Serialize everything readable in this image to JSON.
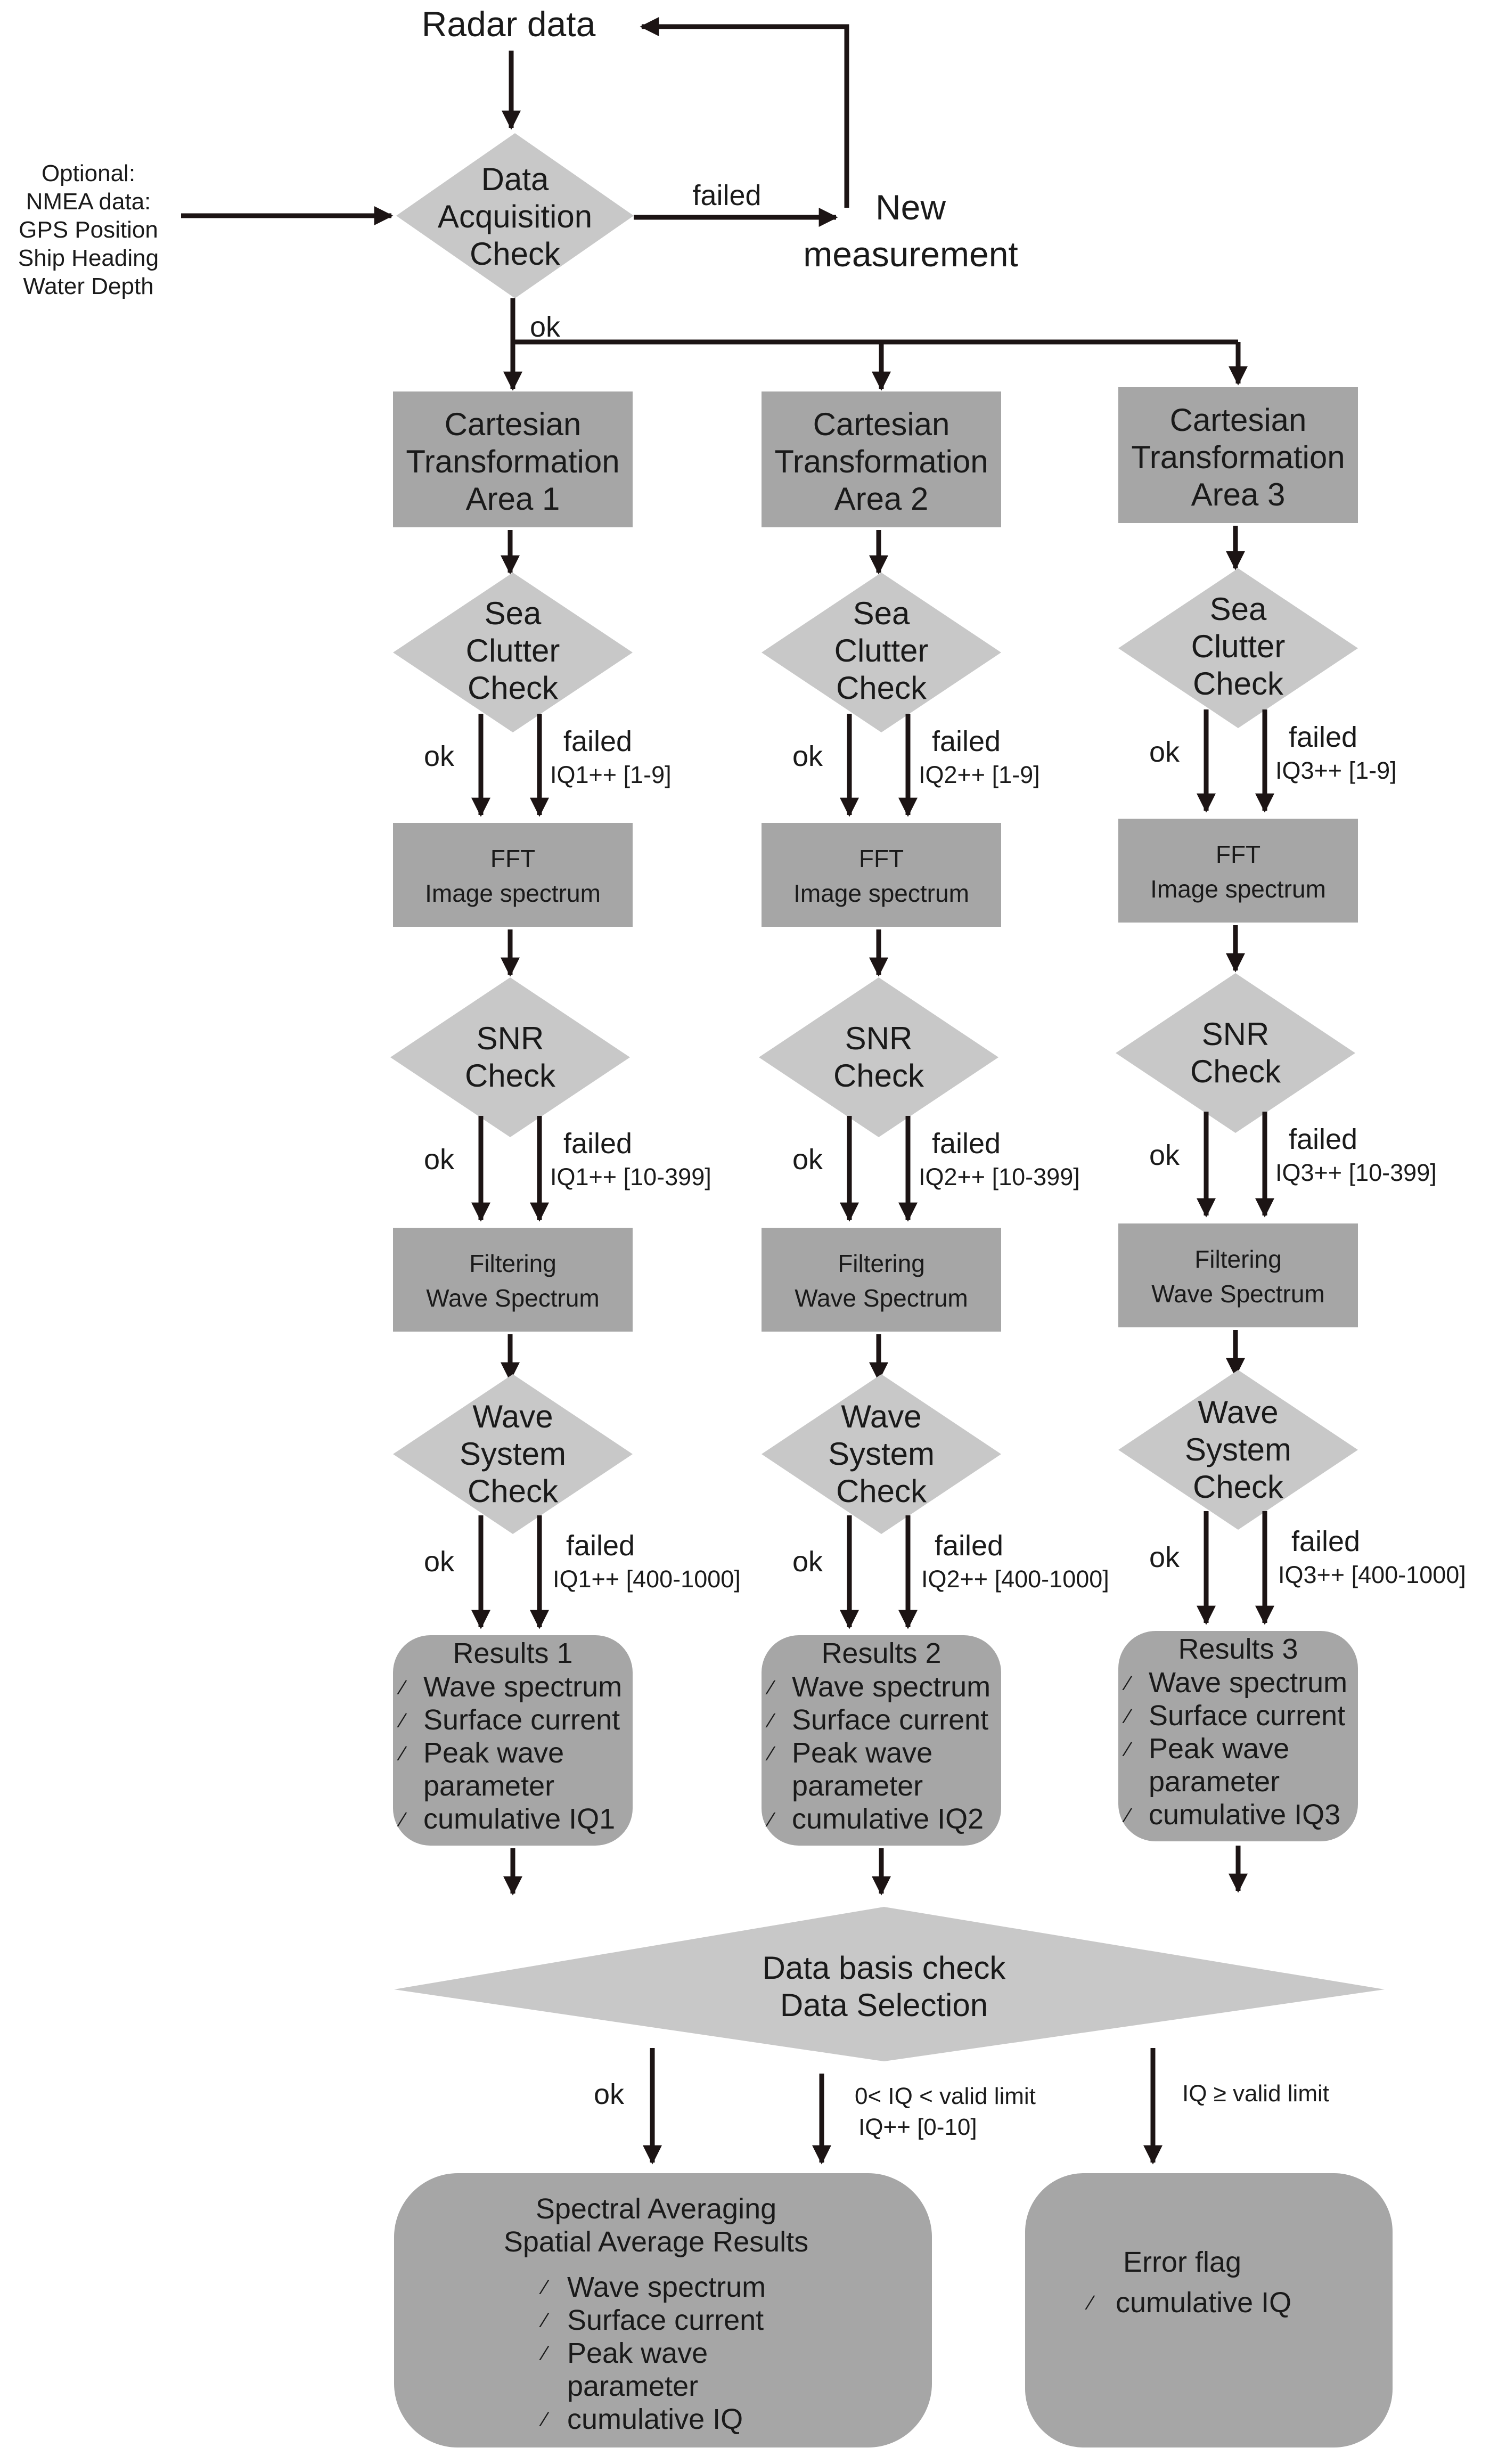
{
  "start": {
    "label": "Radar data"
  },
  "optional": {
    "lines": [
      "Optional:",
      "NMEA data:",
      "GPS Position",
      "Ship Heading",
      "Water Depth"
    ]
  },
  "acquisition": {
    "lines": [
      "Data",
      "Acquisition",
      "Check"
    ],
    "failed_label": "failed",
    "ok_label": "ok"
  },
  "new_measurement": {
    "lines": [
      "New",
      "measurement"
    ]
  },
  "columns": [
    {
      "cartesian": [
        "Cartesian",
        "Transformation",
        "Area 1"
      ],
      "sea_clutter": [
        "Sea",
        "Clutter",
        "Check"
      ],
      "sea_ok": "ok",
      "sea_failed": "failed",
      "sea_iq": "IQ1++ [1-9]",
      "fft": [
        "FFT",
        "Image spectrum"
      ],
      "snr": [
        "SNR",
        "Check"
      ],
      "snr_ok": "ok",
      "snr_failed": "failed",
      "snr_iq": "IQ1++ [10-399]",
      "filtering": [
        "Filtering",
        "Wave Spectrum"
      ],
      "wave_system": [
        "Wave",
        "System",
        "Check"
      ],
      "wave_ok": "ok",
      "wave_failed": "failed",
      "wave_iq": "IQ1++ [400-1000]",
      "results_title": "Results 1",
      "results_items": [
        "Wave spectrum",
        "Surface current",
        "Peak wave",
        "parameter",
        "cumulative IQ1"
      ]
    },
    {
      "cartesian": [
        "Cartesian",
        "Transformation",
        "Area 2"
      ],
      "sea_clutter": [
        "Sea",
        "Clutter",
        "Check"
      ],
      "sea_ok": "ok",
      "sea_failed": "failed",
      "sea_iq": "IQ2++ [1-9]",
      "fft": [
        "FFT",
        "Image spectrum"
      ],
      "snr": [
        "SNR",
        "Check"
      ],
      "snr_ok": "ok",
      "snr_failed": "failed",
      "snr_iq": "IQ2++ [10-399]",
      "filtering": [
        "Filtering",
        "Wave Spectrum"
      ],
      "wave_system": [
        "Wave",
        "System",
        "Check"
      ],
      "wave_ok": "ok",
      "wave_failed": "failed",
      "wave_iq": "IQ2++ [400-1000]",
      "results_title": "Results 2",
      "results_items": [
        "Wave spectrum",
        "Surface current",
        "Peak wave",
        "parameter",
        "cumulative IQ2"
      ]
    },
    {
      "cartesian": [
        "Cartesian",
        "Transformation",
        "Area 3"
      ],
      "sea_clutter": [
        "Sea",
        "Clutter",
        "Check"
      ],
      "sea_ok": "ok",
      "sea_failed": "failed",
      "sea_iq": "IQ3++ [1-9]",
      "fft": [
        "FFT",
        "Image spectrum"
      ],
      "snr": [
        "SNR",
        "Check"
      ],
      "snr_ok": "ok",
      "snr_failed": "failed",
      "snr_iq": "IQ3++ [10-399]",
      "filtering": [
        "Filtering",
        "Wave Spectrum"
      ],
      "wave_system": [
        "Wave",
        "System",
        "Check"
      ],
      "wave_ok": "ok",
      "wave_failed": "failed",
      "wave_iq": "IQ3++ [400-1000]",
      "results_title": "Results 3",
      "results_items": [
        "Wave spectrum",
        "Surface current",
        "Peak wave",
        "parameter",
        "cumulative IQ3"
      ]
    }
  ],
  "data_basis": {
    "lines": [
      "Data basis check",
      "Data Selection"
    ]
  },
  "branches": {
    "ok": "ok",
    "mid_line1": "0< IQ < valid limit",
    "mid_line2": "IQ++ [0-10]",
    "right": "IQ ≥ valid limit"
  },
  "spectral": {
    "title_lines": [
      "Spectral  Averaging",
      "Spatial Average Results"
    ],
    "items": [
      "Wave spectrum",
      "Surface current",
      "Peak wave",
      "parameter",
      "cumulative IQ"
    ]
  },
  "error": {
    "title": "Error flag",
    "items": [
      "cumulative IQ"
    ]
  },
  "bullet_glyph": "⁄",
  "colors": {
    "box": "#a6a6a6",
    "diamond": "#c8c8c8",
    "arrow": "#1c1414",
    "text": "#1a1a1a"
  }
}
